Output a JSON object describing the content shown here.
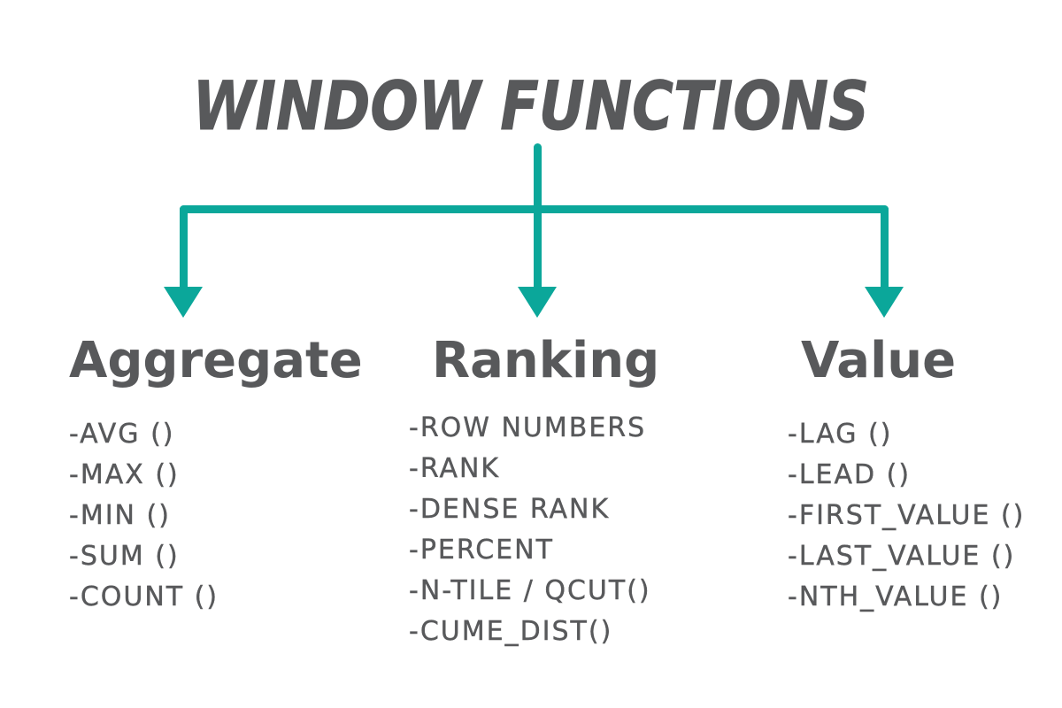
{
  "title": "WINDOW FUNCTIONS",
  "colors": {
    "accent_teal": "#0ba79a",
    "text_gray": "#58595b",
    "background": "#ffffff"
  },
  "diagram": {
    "type": "tree",
    "root_label": "WINDOW FUNCTIONS",
    "branches": [
      {
        "heading": "Aggregate",
        "items": [
          "-AVG ()",
          "-MAX ()",
          "-MIN ()",
          "-SUM ()",
          "-COUNT ()"
        ]
      },
      {
        "heading": "Ranking",
        "items": [
          "-ROW NUMBERS",
          "-RANK",
          "-DENSE RANK",
          "-PERCENT",
          "-N-TILE / QCUT()",
          "-CUME_DIST()"
        ]
      },
      {
        "heading": "Value",
        "items": [
          "-LAG ()",
          "-LEAD ()",
          "-FIRST_VALUE ()",
          "-LAST_VALUE ()",
          "-NTH_VALUE ()"
        ]
      }
    ]
  }
}
